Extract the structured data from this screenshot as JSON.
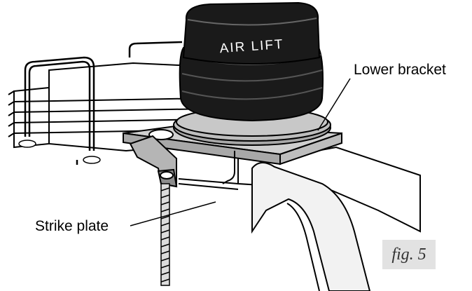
{
  "labels": {
    "lower_bracket": "Lower bracket",
    "strike_plate": "Strike plate"
  },
  "brand_text": "AIR LIFT",
  "figure_label": "fig. 5",
  "colors": {
    "spring": "#1a1a1a",
    "metal": "#c8c8c8",
    "figbox": "#e2e2e2"
  }
}
